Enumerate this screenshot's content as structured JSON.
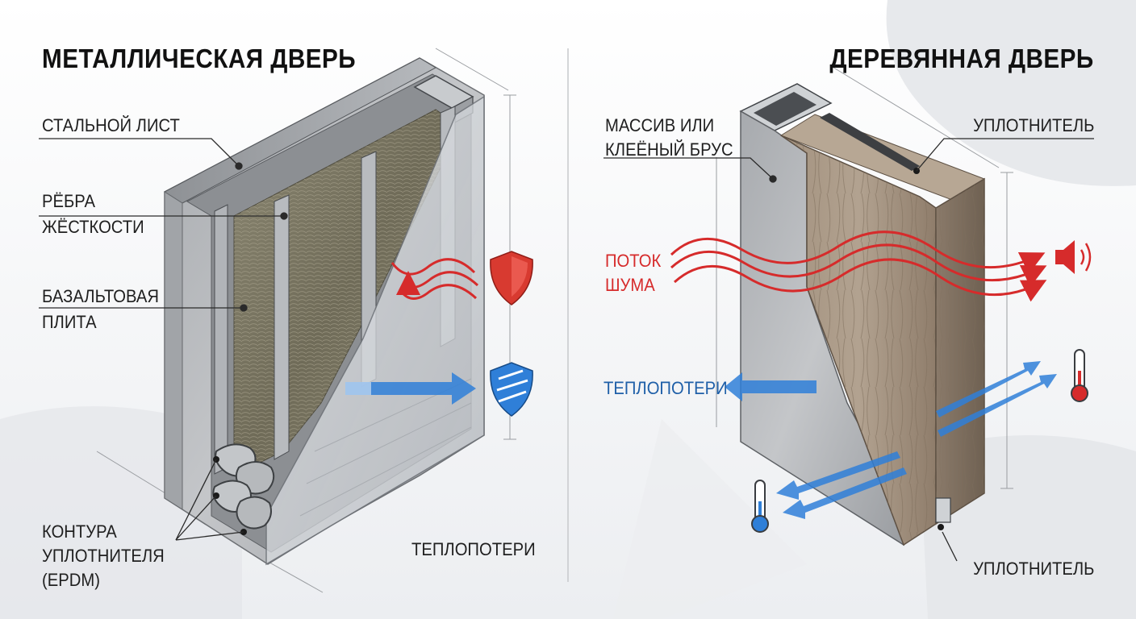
{
  "left": {
    "title": "МЕТАЛЛИЧЕСКАЯ ДВЕРЬ",
    "labels": {
      "steel_sheet": "СТАЛЬНОЙ ЛИСТ",
      "ribs_line1": "РЁБРА",
      "ribs_line2": "ЖЁСТКОСТИ",
      "basalt_line1": "БАЗАЛЬТОВАЯ",
      "basalt_line2": "ПЛИТА",
      "seal_line1": "КОНТУРА",
      "seal_line2": "УПЛОТНИТЕЛЯ",
      "seal_line3": "(EPDM)",
      "heat_loss": "ТЕПЛОПОТЕРИ"
    },
    "icons": [
      "shield-red-icon",
      "shield-blue-striped-icon"
    ]
  },
  "right": {
    "title": "ДЕРЕВЯННАЯ ДВЕРЬ",
    "labels": {
      "solid_line1": "МАССИВ ИЛИ",
      "solid_line2": "КЛЕЁНЫЙ БРУС",
      "seal_top": "УПЛОТНИТЕЛЬ",
      "noise_line1": "ПОТОК",
      "noise_line2": "ШУМА",
      "heat_loss": "ТЕПЛОПОТЕРИ",
      "seal_bottom": "УПЛОТНИТЕЛЬ"
    },
    "icons": [
      "speaker-icon",
      "thermometer-icon"
    ]
  },
  "colors": {
    "noise_red": "#d62b2b",
    "heat_blue": "#2f7fd8",
    "steel": "#b9bcc0",
    "wood": "#9b8a78",
    "basalt": "#7f7b66"
  }
}
